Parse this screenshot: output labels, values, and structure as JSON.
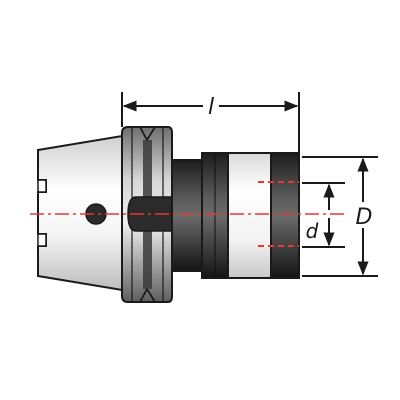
{
  "dimensions": {
    "length_label": "l",
    "outer_diameter_label": "D",
    "inner_diameter_label": "d"
  },
  "colors": {
    "outline": "#1a1a1a",
    "centerline": "#e53935",
    "body_light": "#f2f2f2",
    "body_dark": "#2b2b2b",
    "flange_mid": "#9e9e9e"
  }
}
